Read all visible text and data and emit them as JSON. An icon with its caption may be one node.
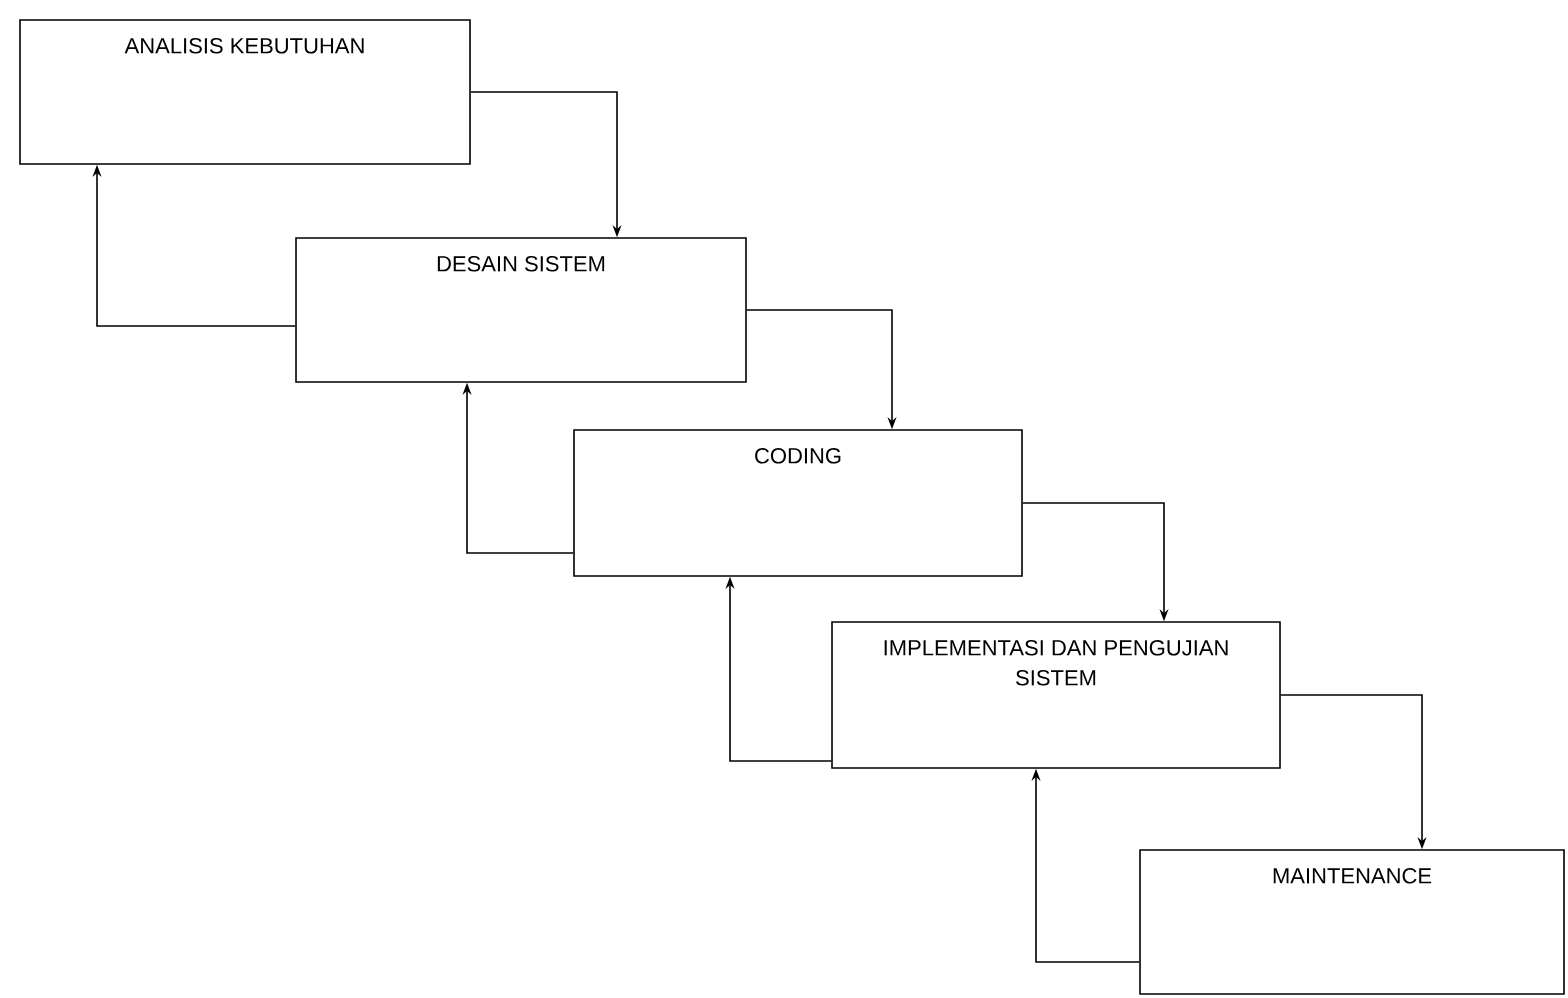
{
  "diagram": {
    "nodes": [
      {
        "text": [
          "ANALISIS KEBUTUHAN"
        ]
      },
      {
        "text": [
          "DESAIN SISTEM"
        ]
      },
      {
        "text": [
          "CODING"
        ]
      },
      {
        "text": [
          "IMPLEMENTASI DAN PENGUJIAN SISTEM"
        ]
      },
      {
        "text": [
          "MAINTENANCE"
        ]
      }
    ],
    "edges": [
      {
        "from": 0,
        "to": 1,
        "arrow": "to"
      },
      {
        "from": 1,
        "to": 2,
        "arrow": "to"
      },
      {
        "from": 2,
        "to": 3,
        "arrow": "to"
      },
      {
        "from": 3,
        "to": 4,
        "arrow": "to"
      },
      {
        "from": 1,
        "to": 0,
        "arrow": "to"
      },
      {
        "from": 2,
        "to": 1,
        "arrow": "to"
      },
      {
        "from": 3,
        "to": 2,
        "arrow": "to"
      },
      {
        "from": 4,
        "to": 3,
        "arrow": "to"
      }
    ]
  }
}
